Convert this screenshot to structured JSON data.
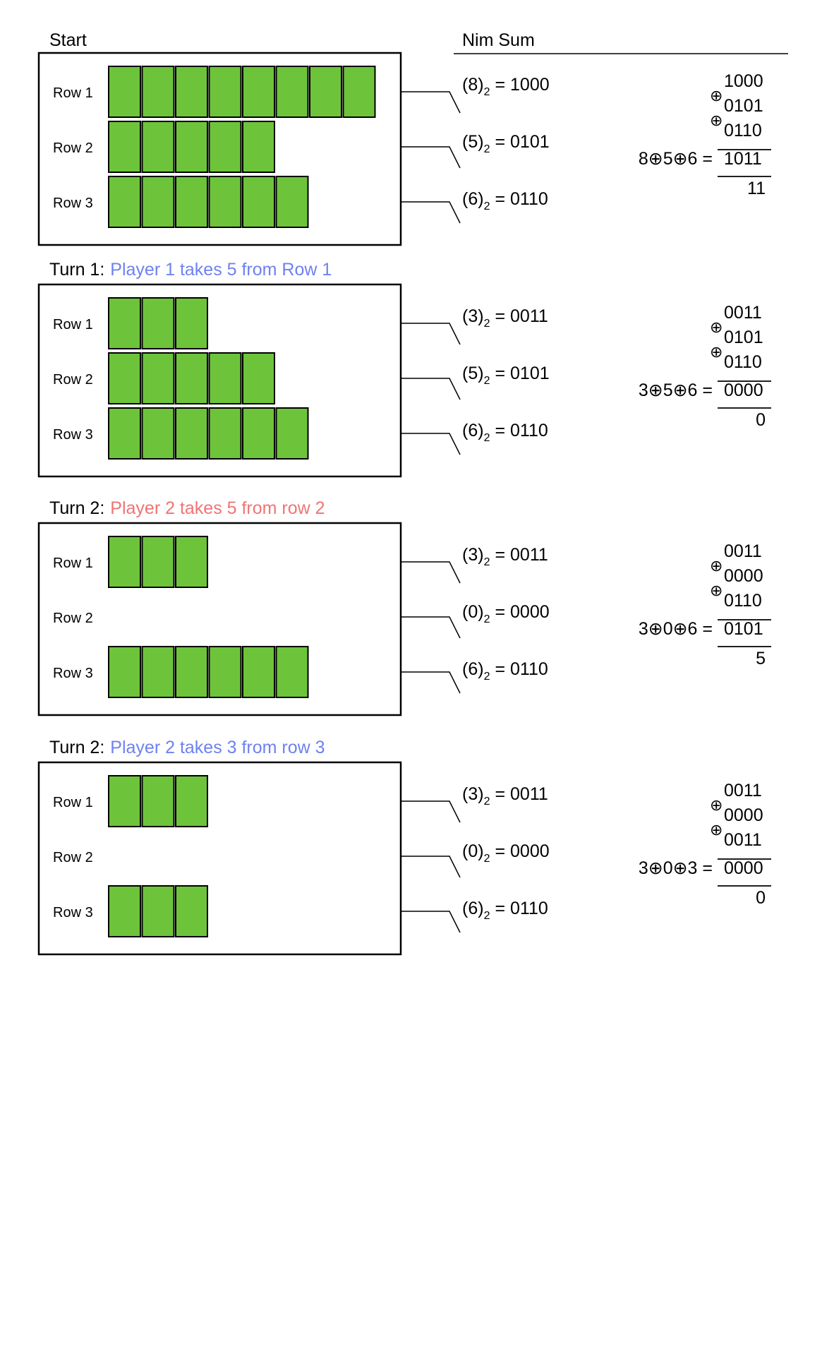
{
  "header": {
    "start_label": "Start",
    "nim_sum_label": "Nim Sum"
  },
  "colors": {
    "counter_fill": "#6dc43a",
    "player1_blue": "#6e82f0",
    "player2_red": "#f07474"
  },
  "panels": [
    {
      "prefix": "",
      "title": "",
      "title_color": "",
      "rows": [
        {
          "label": "Row 1",
          "count": 8
        },
        {
          "label": "Row 2",
          "count": 5
        },
        {
          "label": "Row 3",
          "count": 6
        }
      ],
      "binaries": [
        {
          "lhs": "(8)",
          "base": "2",
          "rhs": "= 1000"
        },
        {
          "lhs": "(5)",
          "base": "2",
          "rhs": "= 0101"
        },
        {
          "lhs": "(6)",
          "base": "2",
          "rhs": "= 0110"
        }
      ],
      "xor": {
        "operands": [
          "1000",
          "0101",
          "0110"
        ],
        "op_symbol": "⊕",
        "equation": "8⊕5⊕6 =",
        "result": "1011",
        "decimal": "11"
      }
    },
    {
      "prefix": "Turn 1:",
      "title": "Player 1 takes 5 from Row 1",
      "title_color": "#6e82f0",
      "rows": [
        {
          "label": "Row 1",
          "count": 3
        },
        {
          "label": "Row 2",
          "count": 5
        },
        {
          "label": "Row 3",
          "count": 6
        }
      ],
      "binaries": [
        {
          "lhs": "(3)",
          "base": "2",
          "rhs": "= 0011"
        },
        {
          "lhs": "(5)",
          "base": "2",
          "rhs": "= 0101"
        },
        {
          "lhs": "(6)",
          "base": "2",
          "rhs": "= 0110"
        }
      ],
      "xor": {
        "operands": [
          "0011",
          "0101",
          "0110"
        ],
        "op_symbol": "⊕",
        "equation": "3⊕5⊕6 =",
        "result": "0000",
        "decimal": "0"
      }
    },
    {
      "prefix": "Turn 2:",
      "title": "Player 2 takes 5 from row 2",
      "title_color": "#f07474",
      "rows": [
        {
          "label": "Row 1",
          "count": 3
        },
        {
          "label": "Row 2",
          "count": 0
        },
        {
          "label": "Row 3",
          "count": 6
        }
      ],
      "binaries": [
        {
          "lhs": "(3)",
          "base": "2",
          "rhs": "= 0011"
        },
        {
          "lhs": "(0)",
          "base": "2",
          "rhs": "= 0000"
        },
        {
          "lhs": "(6)",
          "base": "2",
          "rhs": "= 0110"
        }
      ],
      "xor": {
        "operands": [
          "0011",
          "0000",
          "0110"
        ],
        "op_symbol": "⊕",
        "equation": "3⊕0⊕6 =",
        "result": "0101",
        "decimal": "5"
      }
    },
    {
      "prefix": "Turn 2:",
      "title": "Player 2 takes 3 from row 3",
      "title_color": "#6e82f0",
      "rows": [
        {
          "label": "Row 1",
          "count": 3
        },
        {
          "label": "Row 2",
          "count": 0
        },
        {
          "label": "Row 3",
          "count": 3
        }
      ],
      "binaries": [
        {
          "lhs": "(3)",
          "base": "2",
          "rhs": "= 0011"
        },
        {
          "lhs": "(0)",
          "base": "2",
          "rhs": "= 0000"
        },
        {
          "lhs": "(6)",
          "base": "2",
          "rhs": "= 0110"
        }
      ],
      "xor": {
        "operands": [
          "0011",
          "0000",
          "0011"
        ],
        "op_symbol": "⊕",
        "equation": "3⊕0⊕3 =",
        "result": "0000",
        "decimal": "0"
      }
    }
  ]
}
